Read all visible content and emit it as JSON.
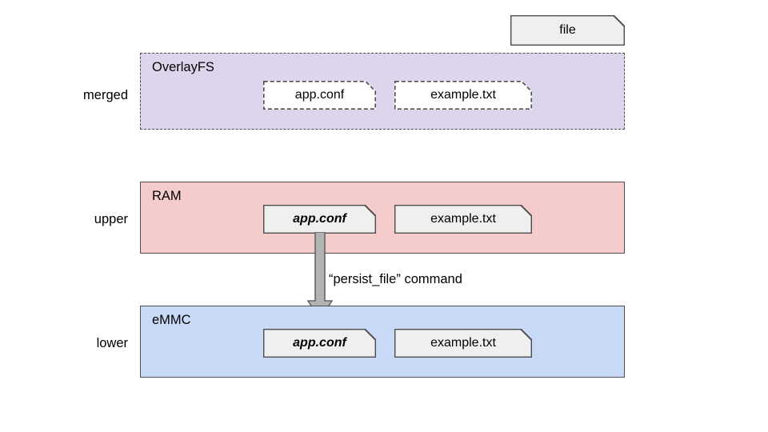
{
  "diagram": {
    "title_note": {
      "label": "file"
    },
    "rows": [
      {
        "side_label": "merged",
        "layer_title": "OverlayFS"
      },
      {
        "side_label": "upper",
        "layer_title": "RAM"
      },
      {
        "side_label": "lower",
        "layer_title": "eMMC"
      }
    ],
    "merged_files": [
      {
        "label": "app.conf"
      },
      {
        "label": "example.txt"
      }
    ],
    "upper_files": [
      {
        "label": "app.conf"
      },
      {
        "label": "example.txt"
      }
    ],
    "lower_files": [
      {
        "label": "app.conf"
      },
      {
        "label": "example.txt"
      }
    ],
    "arrow": {
      "label": "“persist_file” command"
    },
    "colors": {
      "merged_fill": "#ddd5ec",
      "upper_fill": "#f4cccc",
      "lower_fill": "#c9daf8",
      "note_fill": "#efefef",
      "note_fill_white": "#ffffff",
      "stroke": "#4d4d4d",
      "arrow_fill": "#b3b3b3",
      "arrow_stroke": "#666666",
      "background": "#ffffff"
    }
  }
}
